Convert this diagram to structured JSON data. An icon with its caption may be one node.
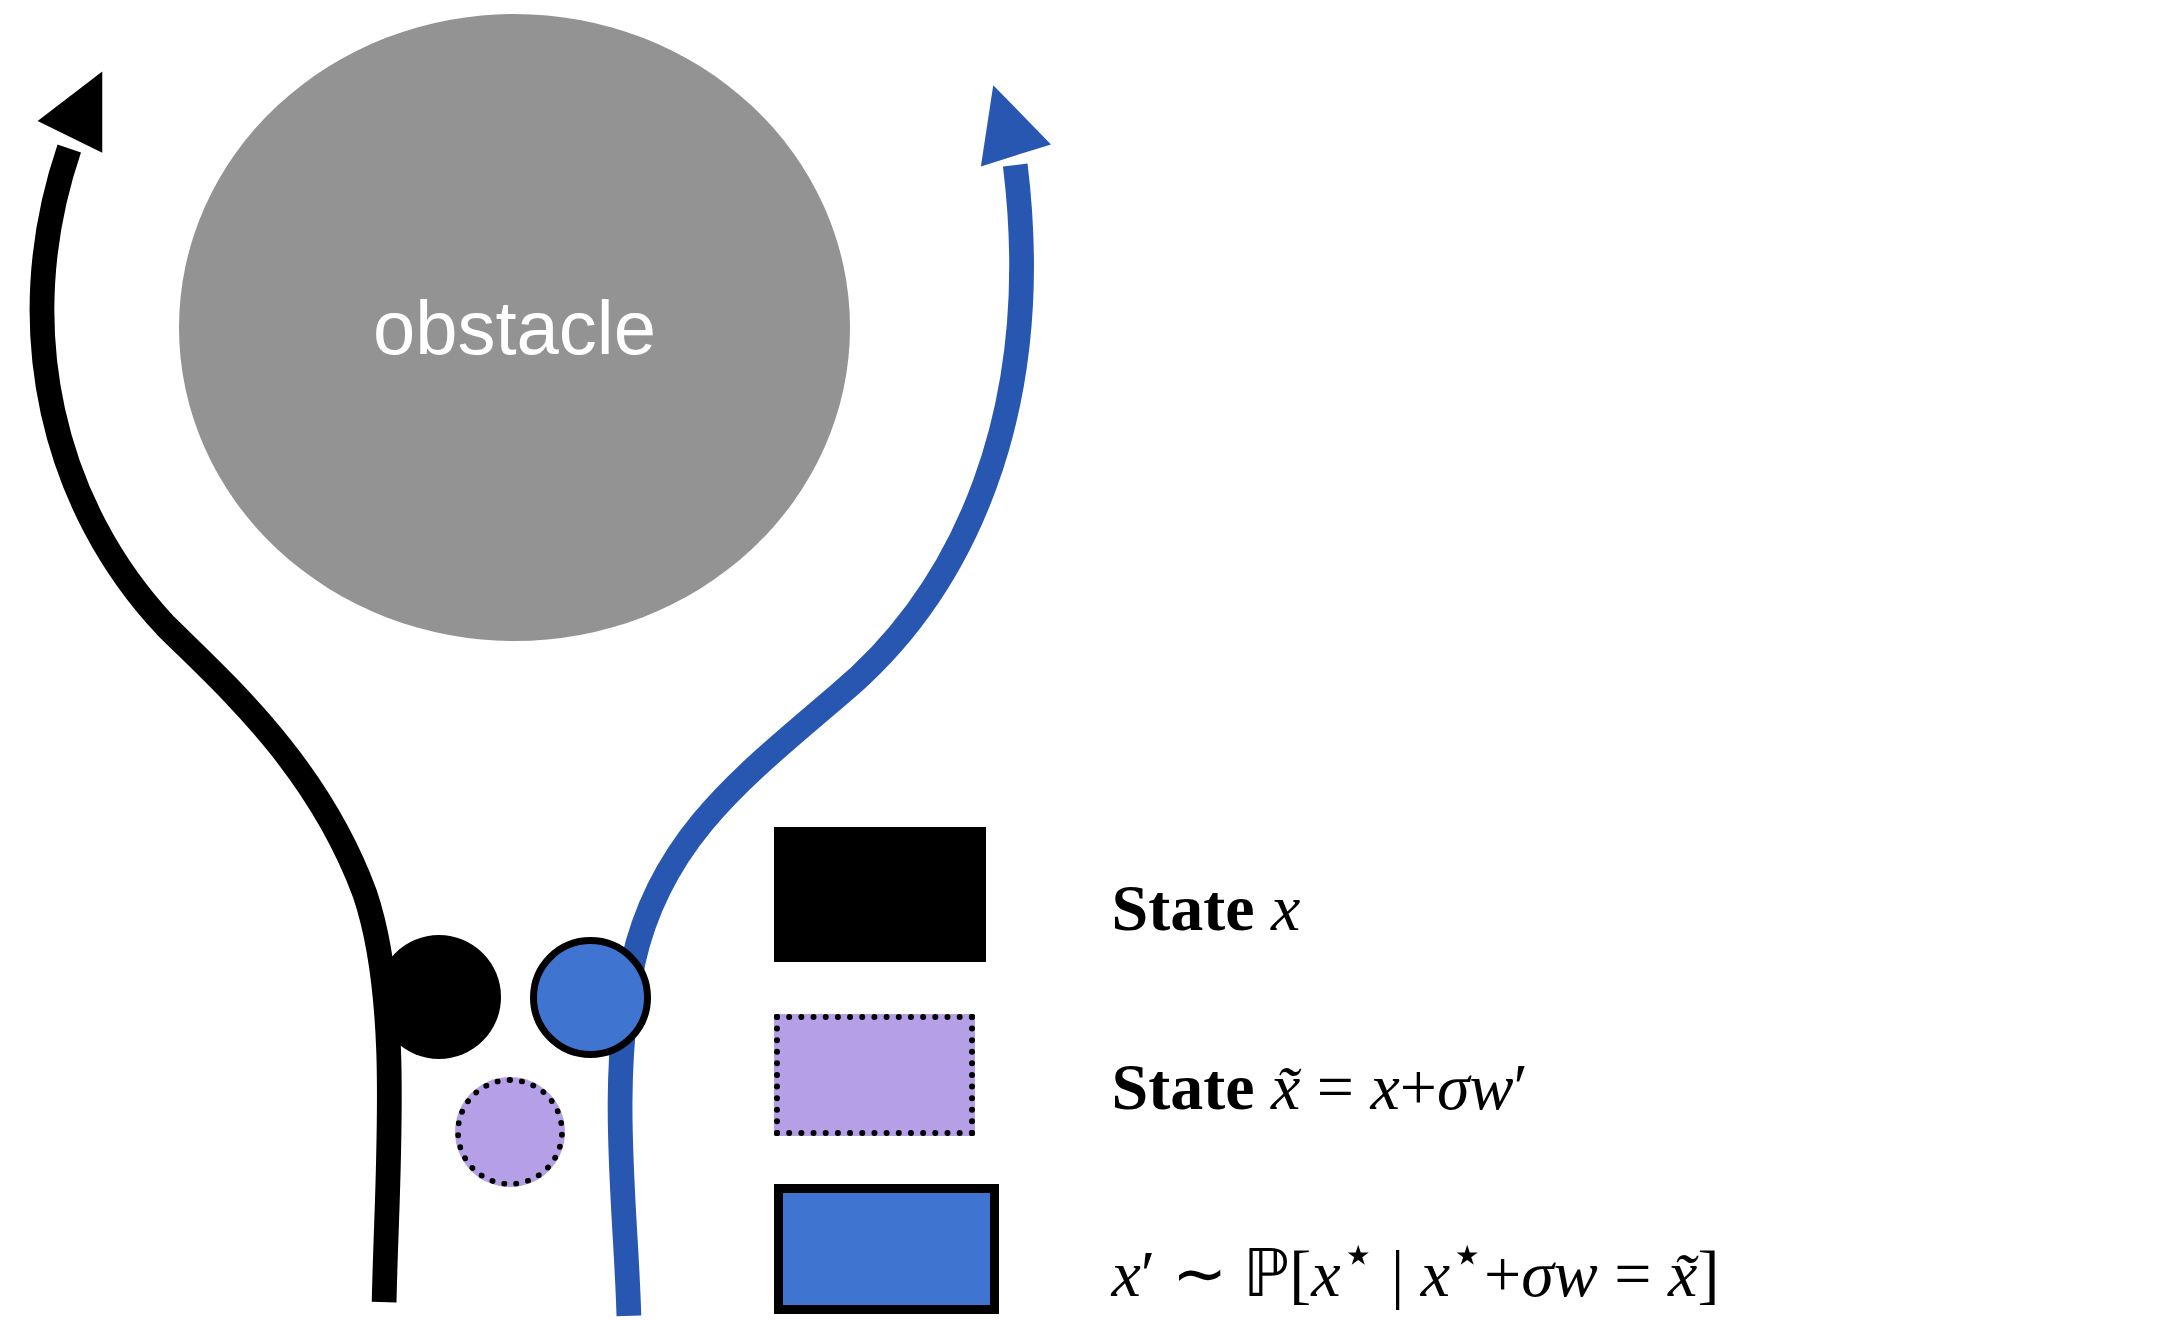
{
  "diagram": {
    "nodes": [
      {
        "text": [
          "obstacle"
        ]
      },
      {
        "text": [],
        "shape": "circle"
      },
      {
        "text": [],
        "shape": "circle"
      },
      {
        "text": [],
        "shape": "circle"
      }
    ],
    "legend": [
      {
        "text": "**State** *x*",
        "color": "#000000"
      },
      {
        "text": "**State** *x̃* = *x*+*σw*′",
        "color": "#b5a0e8"
      },
      {
        "text": "*x*′ ∼ ℙ[*x*$^{⋆}$ | *x*$^{⋆}$+*σw* = *x̃*]",
        "color": "#3f74d0"
      }
    ]
  }
}
